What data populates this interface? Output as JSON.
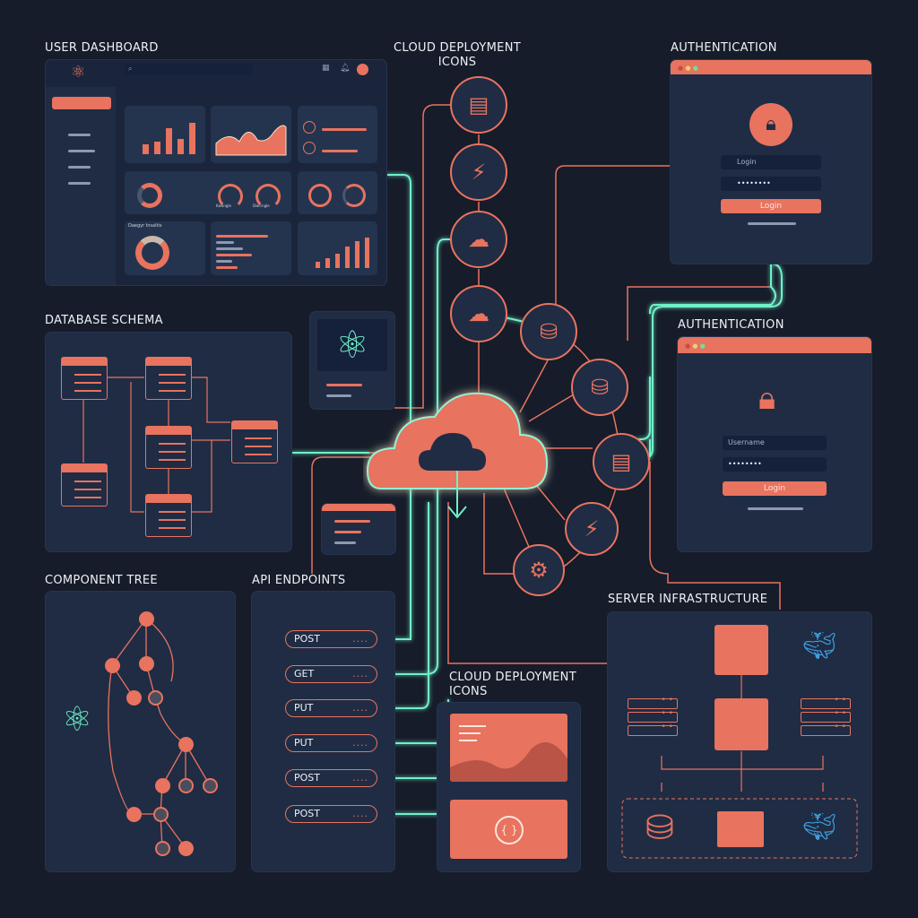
{
  "sections": {
    "user_dashboard": "USER DASHBOARD",
    "cloud_icons_top": "CLOUD DEPLOYMENT ICONS",
    "auth_1": "AUTHENTICATION",
    "database_schema": "DATABASE SCHEMA",
    "auth_2": "AUTHENTICATION",
    "component_tree": "COMPONENT TREE",
    "api_endpoints": "API ENDPOINTS",
    "cloud_icons_bottom": "CLOUD DEPLOYMENT ICONS",
    "server_infra": "SERVER INFRASTRUCTURE"
  },
  "auth_1": {
    "username_placeholder": "Login",
    "password_mask": "••••••••",
    "button": "Login"
  },
  "auth_2": {
    "username_placeholder": "Username",
    "password_mask": "••••••••",
    "button": "Login"
  },
  "dashboard": {
    "donut_card_title": "Daegyr Insaltis",
    "gauge_1": "Kwangle",
    "gauge_2": "Dwcrngle"
  },
  "api": {
    "endpoints": [
      {
        "method": "POST",
        "dots": "...."
      },
      {
        "method": "GET",
        "dots": "...."
      },
      {
        "method": "PUT",
        "dots": "...."
      },
      {
        "method": "PUT",
        "dots": "...."
      },
      {
        "method": "POST",
        "dots": "...."
      },
      {
        "method": "POST",
        "dots": "...."
      }
    ]
  },
  "code_icon": "{ }",
  "colors": {
    "background": "#161c29",
    "panel": "#1f2c44",
    "accent": "#e8735f",
    "connector_glow": "#6ff0c8"
  }
}
